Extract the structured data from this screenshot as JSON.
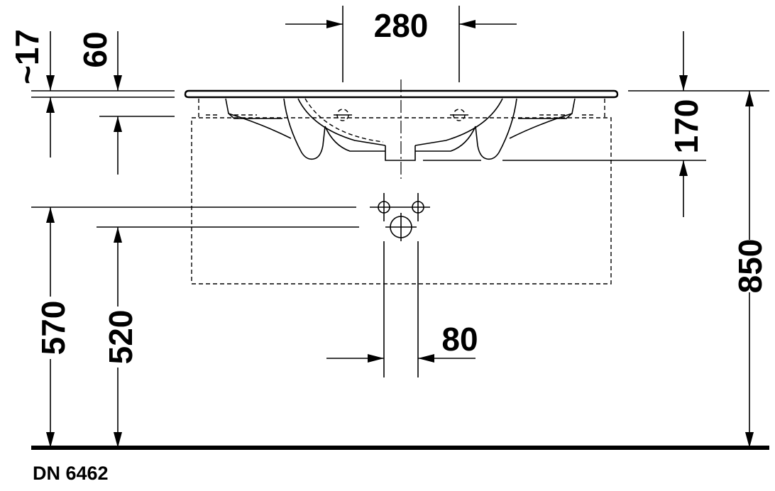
{
  "drawing": {
    "product_code": "DN 6462",
    "dimensions": {
      "tap_spacing": "280",
      "rim_overhang": "~17",
      "bowl_depth_offset": "60",
      "basin_height": "170",
      "total_height": "850",
      "supply_height": "570",
      "waste_height": "520",
      "supply_spacing": "80"
    }
  }
}
